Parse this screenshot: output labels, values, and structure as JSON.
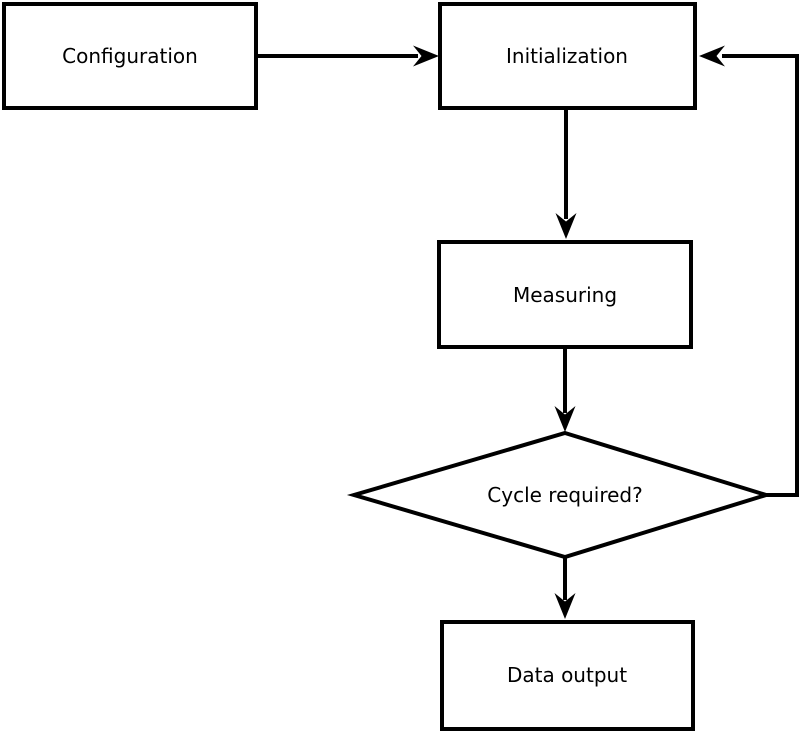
{
  "diagram": {
    "type": "flowchart",
    "colors": {
      "stroke": "#000000",
      "node_fill": "#ffffff",
      "text": "#000000",
      "background": "#ffffff"
    },
    "nodes": {
      "configuration": {
        "label": "Configuration",
        "shape": "rectangle"
      },
      "initialization": {
        "label": "Initialization",
        "shape": "rectangle"
      },
      "measuring": {
        "label": "Measuring",
        "shape": "rectangle"
      },
      "cycle_required": {
        "label": "Cycle required?",
        "shape": "diamond"
      },
      "data_output": {
        "label": "Data output",
        "shape": "rectangle"
      }
    },
    "edges": [
      {
        "from": "Configuration",
        "to": "Initialization",
        "style": "arrow-right"
      },
      {
        "from": "Initialization",
        "to": "Measuring",
        "style": "arrow-down"
      },
      {
        "from": "Measuring",
        "to": "Cycle required?",
        "style": "arrow-down"
      },
      {
        "from": "Cycle required?",
        "to": "Data output",
        "style": "arrow-down"
      },
      {
        "from": "Cycle required?",
        "to": "Initialization",
        "style": "feedback-loop-right-up"
      }
    ]
  }
}
